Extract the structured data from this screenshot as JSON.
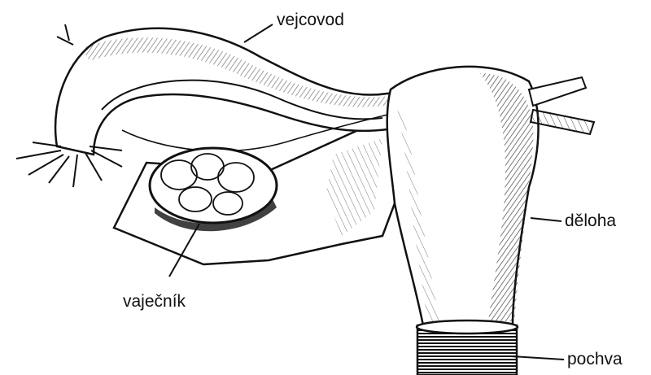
{
  "labels": {
    "oviduct": "vejcovod",
    "ovary": "vaječník",
    "uterus": "děloha",
    "vagina": "pochva"
  },
  "colors": {
    "ink": "#111111",
    "background": "#ffffff"
  }
}
